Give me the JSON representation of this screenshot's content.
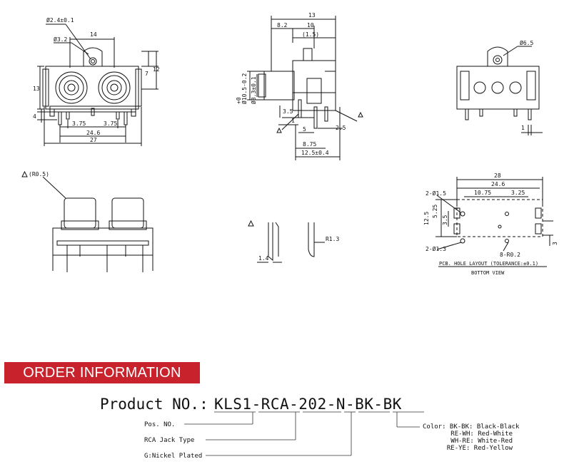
{
  "front_view": {
    "dim_hole": "Ø2.4±0.1",
    "dim_hole2": "Ø3.2",
    "dim_top_width": "14",
    "dim_right_a": "7",
    "dim_right_b": "12",
    "dim_height": "13",
    "dim_pin": "4",
    "dim_pitch_left": "3.75",
    "dim_pitch_right": "3.75",
    "dim_inner_width": "24.6",
    "dim_total_width": "27"
  },
  "side_view": {
    "dim_total": "13",
    "dim_a": "8.2",
    "dim_b": "10",
    "dim_c": "(1.5)",
    "dim_body": "Ø10.5+0 -0.2",
    "dim_body_top": "+0",
    "dim_body_bottom": "Ø10.5-0.2",
    "dim_pin_dia": "Ø8.3±0.1",
    "dim_h": "3.5",
    "dim_d": "1",
    "dim_e": "5",
    "dim_f": "2.5",
    "dim_g": "8.75",
    "dim_overall": "12.5±0.4"
  },
  "end_view": {
    "dim_hole": "Ø6.5",
    "dim_pin": "1"
  },
  "bottom_front": {
    "dim_radius": "(R0.5)"
  },
  "pin_detail": {
    "dim_thickness": "1.4",
    "dim_radius": "R1.3"
  },
  "pcb_layout": {
    "dim_total": "28",
    "dim_a": "24.6",
    "dim_b": "10.75",
    "dim_c": "3.25",
    "dim_hole1": "2-Ø1.5",
    "dim_hole2": "2-Ø1.3",
    "dim_hole3": "8-R0.2",
    "dim_v1": "12.5",
    "dim_v2": "5.25",
    "dim_v3": "3.5",
    "dim_v4": "3",
    "title": "PCB. HOLE LAYOUT (TOLERANCE:±0.1)",
    "subtitle": "BOTTOM VIEW"
  },
  "order": {
    "banner": "ORDER INFORMATION",
    "product_label": "Product NO.:",
    "part_number": "KLS1-RCA-202-N-BK-BK",
    "pos_label": "Pos. NO.",
    "type_label": "RCA Jack Type",
    "plating_label": "G:Nickel Plated",
    "color_lines": [
      "Color: BK-BK: Black-Black",
      "RE-WH: Red-White",
      "WH-RE: White-Red",
      "RE-YE: Red-Yellow"
    ]
  }
}
